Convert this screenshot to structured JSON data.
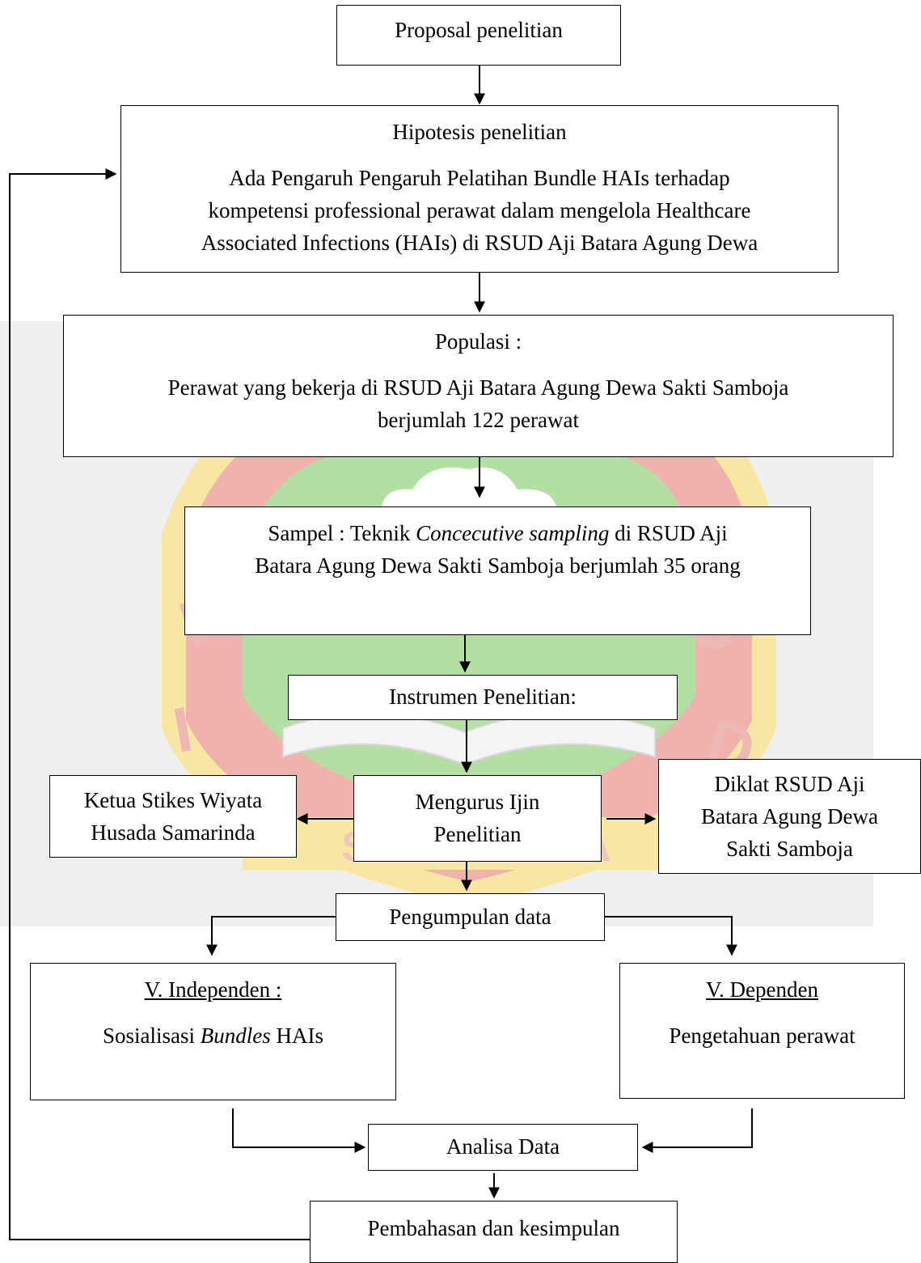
{
  "watermark": {
    "text": "SAMARINDA",
    "colors": {
      "green": "#b4dfa2",
      "red": "#f0b2ad",
      "yellow": "#f7e7a3",
      "band": "#efefef"
    }
  },
  "nodes": {
    "proposal": {
      "text": "Proposal penelitian"
    },
    "hypothesis": {
      "title": "Hipotesis penelitian",
      "lines": [
        "Ada Pengaruh Pengaruh Pelatihan Bundle HAIs terhadap",
        "kompetensi professional perawat dalam mengelola Healthcare",
        "Associated Infections (HAIs) di RSUD Aji Batara Agung Dewa"
      ]
    },
    "population": {
      "title": "Populasi :",
      "lines": [
        "Perawat yang bekerja di RSUD Aji Batara Agung Dewa Sakti Samboja",
        "berjumlah 122 perawat"
      ]
    },
    "sample": {
      "prefix": "Sampel : Teknik ",
      "method": "Concecutive sampling",
      "suffix": " di RSUD Aji",
      "line2": "Batara Agung Dewa Sakti Samboja berjumlah  35 orang"
    },
    "instrument": {
      "text": "Instrumen Penelitian:"
    },
    "permit": {
      "lines": [
        "Mengurus Ijin",
        "Penelitian"
      ]
    },
    "stikes": {
      "lines": [
        "Ketua Stikes Wiyata",
        "Husada Samarinda"
      ]
    },
    "diklat": {
      "lines": [
        "Diklat RSUD Aji",
        "Batara Agung Dewa",
        "Sakti Samboja"
      ]
    },
    "collection": {
      "text": "Pengumpulan data"
    },
    "independent": {
      "title": "V. Independen :",
      "prefix": "Sosialisasi ",
      "emph": "Bundles",
      "suffix": " HAIs"
    },
    "dependent": {
      "title": "V. Dependen",
      "text": "Pengetahuan  perawat"
    },
    "analysis": {
      "text": "Analisa Data"
    },
    "discussion": {
      "text": "Pembahasan dan kesimpulan"
    }
  }
}
